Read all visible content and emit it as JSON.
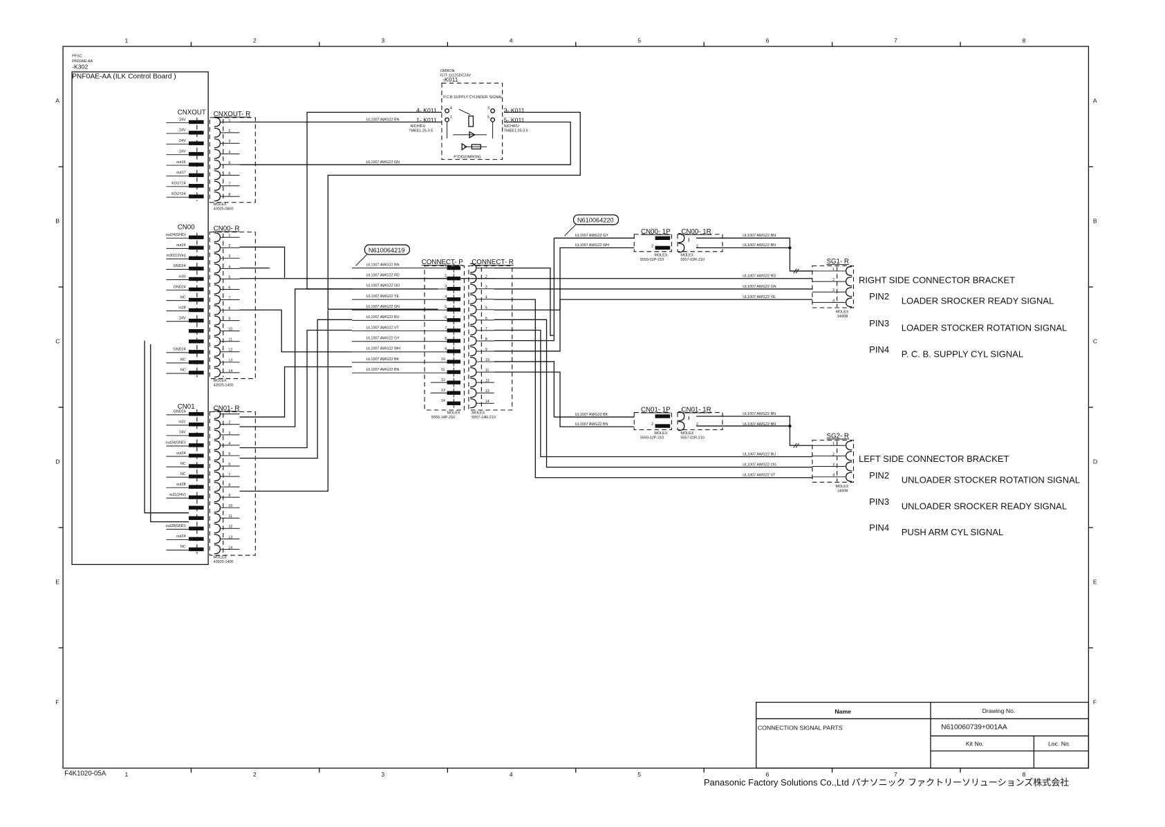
{
  "sheet": {
    "form_no": "F4K1020-05A",
    "column_labels": [
      "1",
      "2",
      "3",
      "4",
      "5",
      "6",
      "7",
      "8"
    ],
    "row_labels": [
      "A",
      "B",
      "C",
      "D",
      "E",
      "F"
    ],
    "footer_company": "Panasonic Factory Solutions Co.,Ltd パナソニック ファクトリーソリューションズ株式会社"
  },
  "board": {
    "header_lines": [
      "PFSC",
      "PNF0AE-AA",
      "-K302"
    ],
    "title": "PNF0AE-AA (ILK Control Board )"
  },
  "connectors": {
    "cnxout": {
      "name": "CNXOUT",
      "mate": "CNXOUT- R",
      "pins": [
        "24V",
        "24V",
        "24V",
        "24V",
        "out16",
        "out17",
        "XOUT24",
        "XOUT24"
      ],
      "pin_numbers": [
        "1",
        "2",
        "3",
        "4",
        "5",
        "6",
        "7",
        "8"
      ],
      "maker": "MOLEX",
      "part": "43025-0800"
    },
    "cn00": {
      "name": "CN00",
      "mate": "CN00- R",
      "pins": [
        "out24(GND)",
        "out24",
        "in30(12Vin)",
        "GND24",
        "in30",
        "GND24",
        "NC",
        "in28",
        "24V",
        "",
        "",
        "GND24",
        "NC",
        "NC"
      ],
      "pin_numbers": [
        "1",
        "2",
        "3",
        "4",
        "5",
        "6",
        "7",
        "8",
        "9",
        "10",
        "11",
        "12",
        "13",
        "14"
      ],
      "maker": "MOLEX",
      "part": "43025-1400"
    },
    "cn01": {
      "name": "CN01",
      "mate": "CN01- R",
      "pins": [
        "GND24",
        "in31",
        "24V",
        "out24(GND)",
        "out24",
        "NC",
        "NC",
        "out28",
        "in31(24V)",
        "",
        "",
        "out28(GND)",
        "out24",
        "NC"
      ],
      "pin_numbers": [
        "1",
        "2",
        "3",
        "4",
        "5",
        "6",
        "7",
        "8",
        "9",
        "10",
        "11",
        "12",
        "13",
        "14"
      ],
      "maker": "MOLEX",
      "part": "43025-1400"
    },
    "connect_p": {
      "name": "CONNECT- P",
      "maker": "MOLEX",
      "part": "5559-14P-210",
      "pin_numbers": [
        "1",
        "2",
        "3",
        "4",
        "5",
        "6",
        "7",
        "8",
        "9",
        "10",
        "11",
        "12",
        "13",
        "14"
      ]
    },
    "connect_r": {
      "name": "CONNECT- R",
      "maker": "MOLEX",
      "part": "5557-14R-210",
      "pin_numbers": [
        "1",
        "2",
        "3",
        "4",
        "5",
        "6",
        "7",
        "8",
        "9",
        "10",
        "11",
        "12",
        "13",
        "14"
      ]
    },
    "cn00_1p": {
      "name": "CN00- 1P",
      "maker": "MOLEX",
      "part": "5559-02P-210"
    },
    "cn00_1r": {
      "name": "CN00- 1R",
      "maker": "MOLEX",
      "part": "5557-02R-210"
    },
    "cn01_1p": {
      "name": "CN01- 1P",
      "maker": "MOLEX",
      "part": "5559-02P-210"
    },
    "cn01_1r": {
      "name": "CN01- 1R",
      "maker": "MOLEX",
      "part": "5557-02R-210"
    },
    "sg1": {
      "name": "SG1- R",
      "maker": "MOLEX",
      "part": "1490R",
      "pin_numbers": [
        "1",
        "2",
        "3",
        "4"
      ]
    },
    "sg2": {
      "name": "SG2- R",
      "maker": "MOLEX",
      "part": "1490R",
      "pin_numbers": [
        "1",
        "2",
        "3",
        "4"
      ]
    }
  },
  "relay": {
    "maker": "OMRON",
    "model": "G7T-1112SDC24V",
    "ref": "-K011",
    "box_label": "P.C.B SUPPLY CYLINDER SIGNAL",
    "terminals": [
      "4- K011",
      "1- K011",
      "3- K011",
      "5- K011"
    ],
    "terminal_pins": [
      "4",
      "1",
      "3",
      "5"
    ],
    "terminal_maker": "NICHIFU",
    "terminal_part": "TMEE1.25-3.5",
    "indicator": "P7DD(OMRON)"
  },
  "harnesses": {
    "h1": "N610064219",
    "h2": "N610064220"
  },
  "wires": {
    "relay_bn": "UL1007 AWG22 BN",
    "relay_gn": "UL1007 AWG22 GN",
    "main": [
      "UL1007 AWG22 BN",
      "UL1007 AWG22 RD",
      "UL1007 AWG22 OG",
      "UL1007 AWG22 YE",
      "UL1007 AWG22 GN",
      "UL1007 AWG22 BU",
      "UL1007 AWG22 VT",
      "UL1007 AWG22 GY",
      "UL1007 AWG22 WH",
      "UL1007 AWG22 BK",
      "UL1007 AWG22 BN"
    ],
    "cn00_1p": [
      "UL1007 AWG22 GY",
      "UL1007 AWG22 WH"
    ],
    "cn00_1r": [
      "UL1007 AWG22 BN",
      "UL1007 AWG22 BN"
    ],
    "sg1": [
      "UL1007 AWG22 RD",
      "UL1007 AWG22 GN",
      "UL1007 AWG22 YE"
    ],
    "cn01_1p": [
      "UL1007 AWG22 BK",
      "UL1007 AWG22 BN"
    ],
    "cn01_1r": [
      "UL1007 AWG22 BN",
      "UL1007 AWG22 BN"
    ],
    "sg2": [
      "UL1007 AWG22 BU",
      "UL1007 AWG22 OG",
      "UL1007 AWG22 VT"
    ]
  },
  "brackets": {
    "right": {
      "title": "RIGHT SIDE CONNECTOR BRACKET",
      "pins": [
        {
          "pin": "PIN2",
          "signal": "LOADER  SROCKER  READY  SIGNAL"
        },
        {
          "pin": "PIN3",
          "signal": "LOADER  STOCKER  ROTATION  SIGNAL"
        },
        {
          "pin": "PIN4",
          "signal": "P. C. B.  SUPPLY  CYL  SIGNAL"
        }
      ]
    },
    "left": {
      "title": "LEFT SIDE CONNECTOR BRACKET",
      "pins": [
        {
          "pin": "PIN2",
          "signal": "UNLOADER  STOCKER  ROTATION  SIGNAL"
        },
        {
          "pin": "PIN3",
          "signal": "UNLOADER  SROCKER  READY  SIGNAL"
        },
        {
          "pin": "PIN4",
          "signal": "PUSH  ARM  CYL  SIGNAL"
        }
      ]
    }
  },
  "title_block": {
    "name_header": "Name",
    "name_value": "CONNECTION SIGNAL PARTS",
    "drawing_no_header": "Drawing No.",
    "drawing_no_value": "N610060739+001AA",
    "kit_no_header": "Kit No.",
    "kit_no_value": "",
    "loc_no_header": "Loc. No.",
    "loc_no_value": ""
  }
}
